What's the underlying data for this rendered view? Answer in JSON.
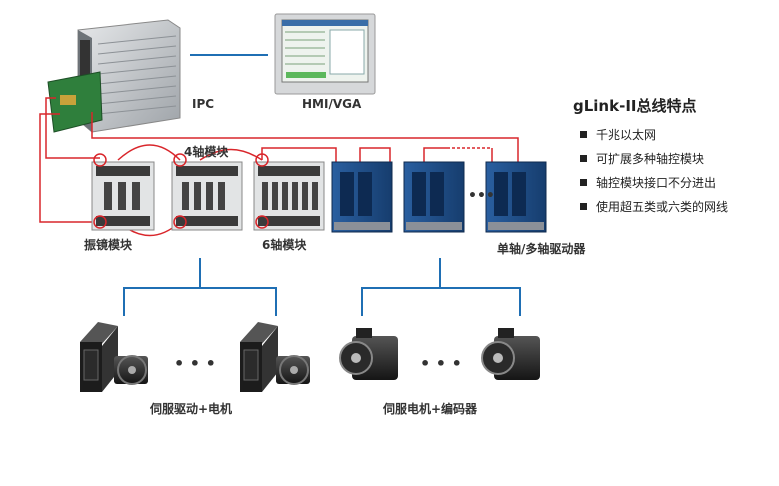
{
  "labels": {
    "ipc": "IPC",
    "hmi": "HMI/VGA",
    "axis4": "4轴模块",
    "galvo": "振镜模块",
    "axis6": "6轴模块",
    "drivers": "单轴/多轴驱动器",
    "servo_drive_motor": "伺服驱动+电机",
    "servo_motor_encoder": "伺服电机+编码器",
    "ellipsis_drivers": "•••",
    "ellipsis_left": "• • •",
    "ellipsis_right": "• • •"
  },
  "features": {
    "title": "gLink-II总线特点",
    "items": [
      "千兆以太网",
      "可扩展多种轴控模块",
      "轴控模块接口不分进出",
      "使用超五类或六类的网线"
    ]
  },
  "colors": {
    "ring": "#d9262b",
    "link_blue": "#1f6fb4",
    "driver_blue": "#1e4f8c"
  }
}
